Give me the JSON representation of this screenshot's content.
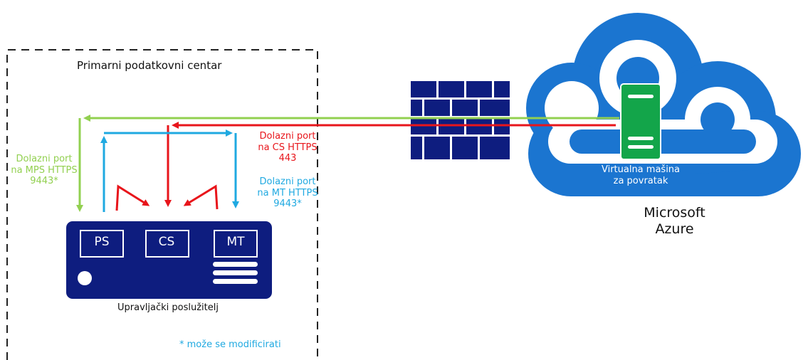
{
  "datacenter": {
    "title": "Primarni podatkovni centar"
  },
  "management_server": {
    "label": "Upravljački poslužitelj",
    "components": {
      "ps": "PS",
      "cs": "CS",
      "mt": "MT"
    }
  },
  "ports": {
    "mps": {
      "lines": [
        "Dolazni port",
        "na MPS HTTPS",
        "9443*"
      ],
      "color": "#92d050"
    },
    "cs": {
      "lines": [
        "Dolazni port",
        "na CS HTTPS",
        "443"
      ],
      "color": "#e8151b"
    },
    "mt": {
      "lines": [
        "Dolazni port",
        "na MT HTTPS",
        "9443*"
      ],
      "color": "#1fa9e1"
    }
  },
  "note": "* može se modificirati",
  "azure": {
    "vm_lines": [
      "Virtualna mašina",
      "za povratak"
    ],
    "name_lines": [
      "Microsoft",
      "Azure"
    ],
    "cloud_color": "#1b75d0",
    "vm_color": "#13a54a"
  },
  "colors": {
    "server": "#0e1d7f",
    "firewall": "#0e1d7f"
  }
}
